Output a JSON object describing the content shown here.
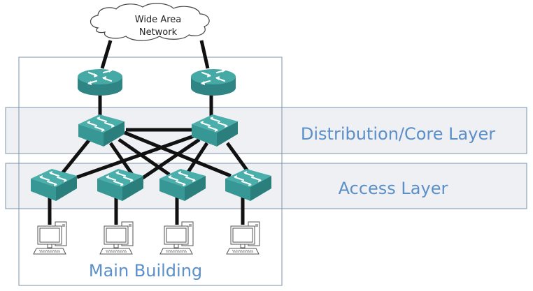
{
  "diagram": {
    "title": "Hierarchical campus network",
    "wan": {
      "label_line1": "Wide Area",
      "label_line2": "Network"
    },
    "layers": {
      "distribution": "Distribution/Core Layer",
      "access": "Access Layer"
    },
    "building": {
      "label": "Main Building"
    },
    "devices": {
      "routers": [
        {
          "id": "router-1",
          "type": "router"
        },
        {
          "id": "router-2",
          "type": "router"
        }
      ],
      "distribution_switches": [
        {
          "id": "dist-switch-1",
          "type": "multilayer-switch"
        },
        {
          "id": "dist-switch-2",
          "type": "multilayer-switch"
        }
      ],
      "access_switches": [
        {
          "id": "access-switch-1",
          "type": "switch"
        },
        {
          "id": "access-switch-2",
          "type": "switch"
        },
        {
          "id": "access-switch-3",
          "type": "switch"
        },
        {
          "id": "access-switch-4",
          "type": "switch"
        }
      ],
      "pcs": [
        {
          "id": "pc-1",
          "type": "workstation"
        },
        {
          "id": "pc-2",
          "type": "workstation"
        },
        {
          "id": "pc-3",
          "type": "workstation"
        },
        {
          "id": "pc-4",
          "type": "workstation"
        }
      ]
    },
    "links": [
      [
        "wan",
        "router-1"
      ],
      [
        "wan",
        "router-2"
      ],
      [
        "router-1",
        "dist-switch-1"
      ],
      [
        "router-2",
        "dist-switch-2"
      ],
      [
        "dist-switch-1",
        "dist-switch-2"
      ],
      [
        "dist-switch-1",
        "access-switch-1"
      ],
      [
        "dist-switch-1",
        "access-switch-2"
      ],
      [
        "dist-switch-1",
        "access-switch-3"
      ],
      [
        "dist-switch-1",
        "access-switch-4"
      ],
      [
        "dist-switch-2",
        "access-switch-1"
      ],
      [
        "dist-switch-2",
        "access-switch-2"
      ],
      [
        "dist-switch-2",
        "access-switch-3"
      ],
      [
        "dist-switch-2",
        "access-switch-4"
      ],
      [
        "access-switch-1",
        "pc-1"
      ],
      [
        "access-switch-2",
        "pc-2"
      ],
      [
        "access-switch-3",
        "pc-3"
      ],
      [
        "access-switch-4",
        "pc-4"
      ]
    ],
    "colors": {
      "device_teal": "#3a9c9a",
      "label_blue": "#5b8fc9",
      "band_fill": "#eef0f3",
      "band_border": "#7d93ad"
    }
  }
}
